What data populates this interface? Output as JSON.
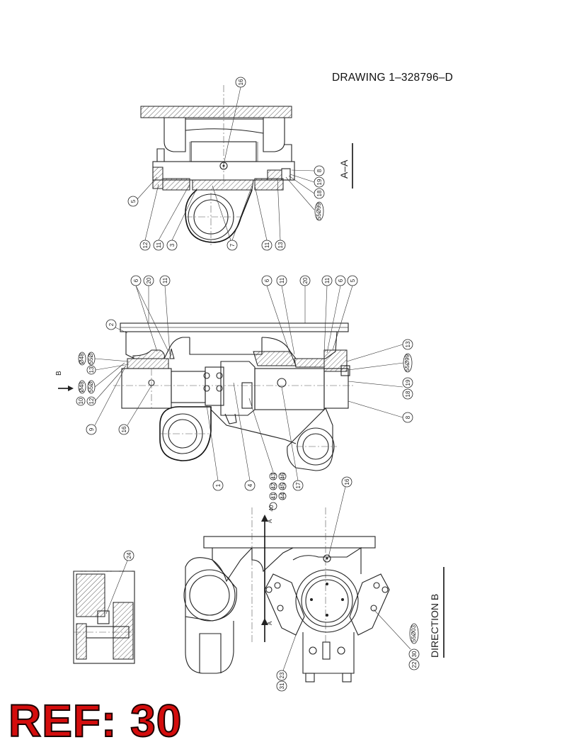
{
  "drawing": {
    "title": "DRAWING 1–328796–D",
    "section_label": "A–A",
    "direction_label": "DIRECTION  B",
    "view_arrow_b": "B",
    "section_arrow_a": "A",
    "ref_label": "REF: 30"
  },
  "callouts": {
    "top_view": [
      "16",
      "5",
      "12",
      "11",
      "3",
      "7",
      "11",
      "13",
      "8",
      "19",
      "18",
      "55Ø99"
    ],
    "middle_view": [
      "6",
      "20",
      "11",
      "6",
      "11",
      "20",
      "11",
      "6",
      "5",
      "2",
      "13",
      "55Ø99",
      "19",
      "18",
      "8",
      "Ø48",
      "55Ø",
      "13",
      "Ø48",
      "55Ø",
      "10",
      "12",
      "9",
      "16",
      "1",
      "4",
      "43",
      "42",
      "41",
      "40",
      "46",
      "45",
      "44",
      "17"
    ],
    "bottom_view": [
      "16",
      "24",
      "31",
      "23",
      "22",
      "30",
      "55Ø03"
    ]
  },
  "colors": {
    "line": "#222222",
    "ref_fill": "#d40d0d",
    "background": "#ffffff"
  }
}
